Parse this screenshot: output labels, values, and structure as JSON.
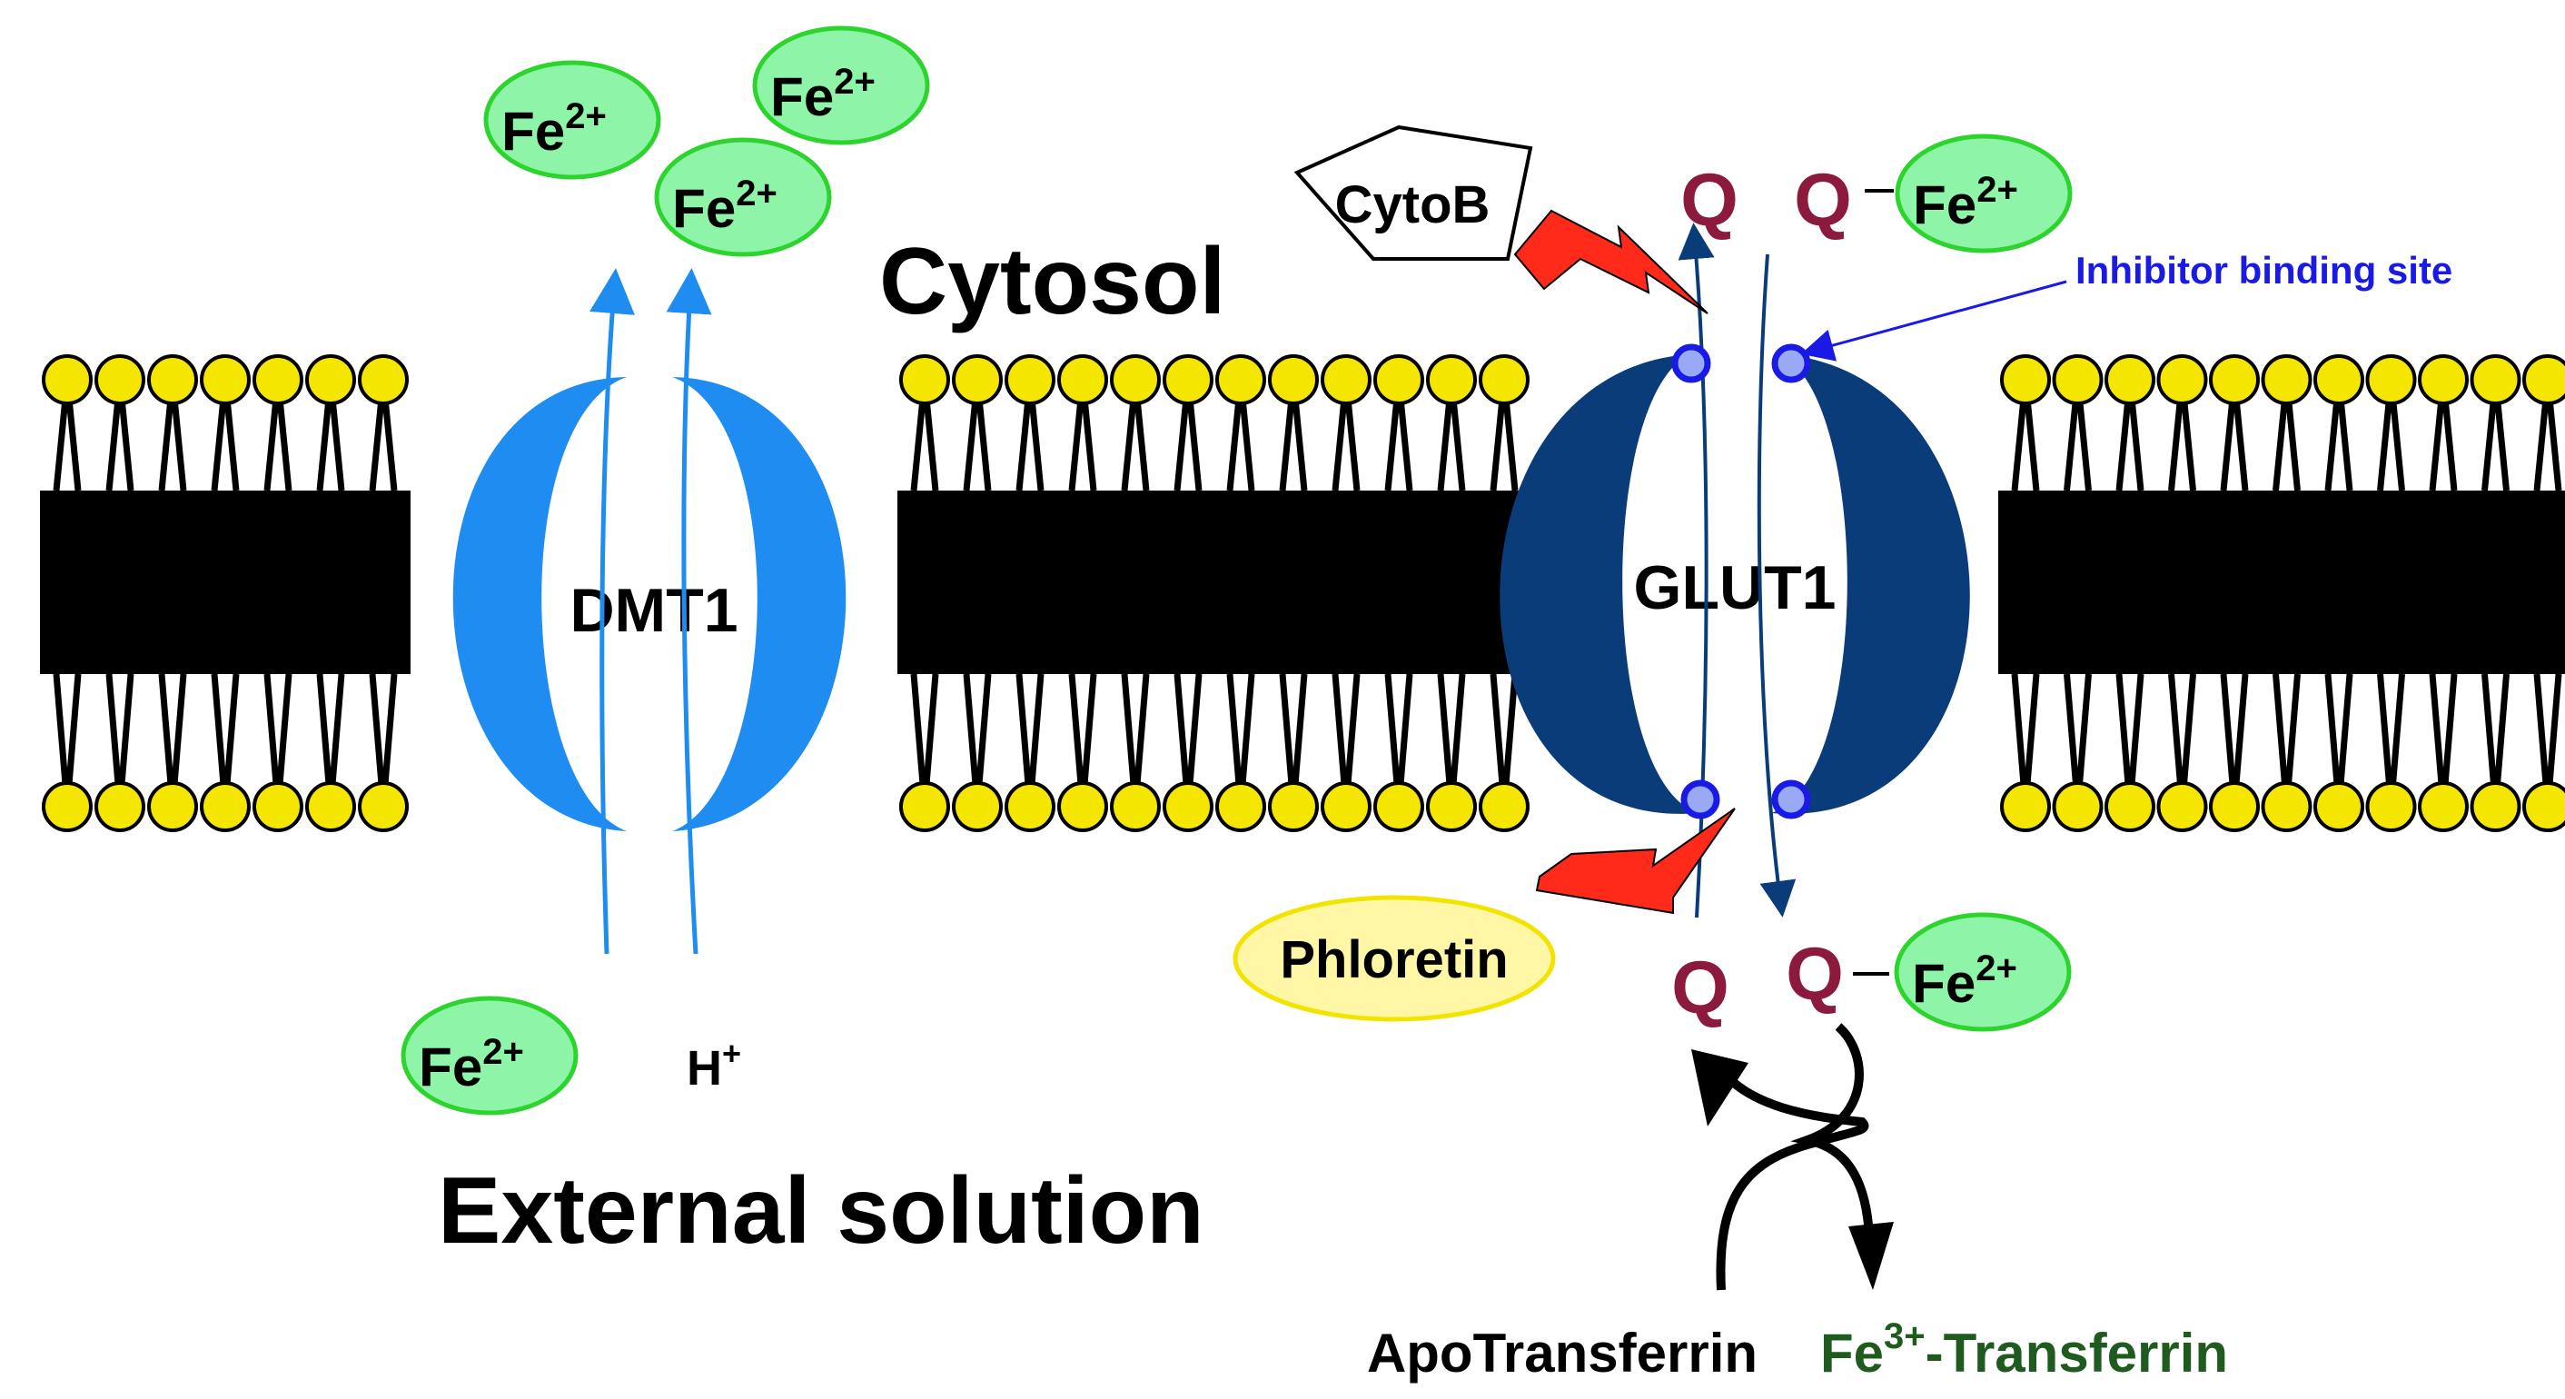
{
  "labels": {
    "cytosol": "Cytosol",
    "external": "External solution",
    "dmt1": "DMT1",
    "glut1": "GLUT1",
    "inhibitor_site": "Inhibitor binding site",
    "cytob": "CytoB",
    "phloretin": "Phloretin",
    "q": "Q",
    "fe": "Fe",
    "fe_charge": "2+",
    "h": "H",
    "h_charge": "+",
    "apotransferrin": "ApoTransferrin",
    "fe3": "Fe",
    "fe3_charge": "3+",
    "fe3_transferrin": "-Transferrin"
  },
  "colors": {
    "dmt1": "#1e8cf0",
    "glut1": "#0b3c7a",
    "lipid_head": "#f5e600",
    "fe_bubble": "#8ef5a8",
    "fe_border": "#2dd42d",
    "q": "#8b1a3c",
    "inhibitor_text": "#1a1ae6",
    "lightning": "#ff2a1a",
    "phloretin_fill": "#fff7a6",
    "transferrin_green": "#1f5a1f"
  }
}
